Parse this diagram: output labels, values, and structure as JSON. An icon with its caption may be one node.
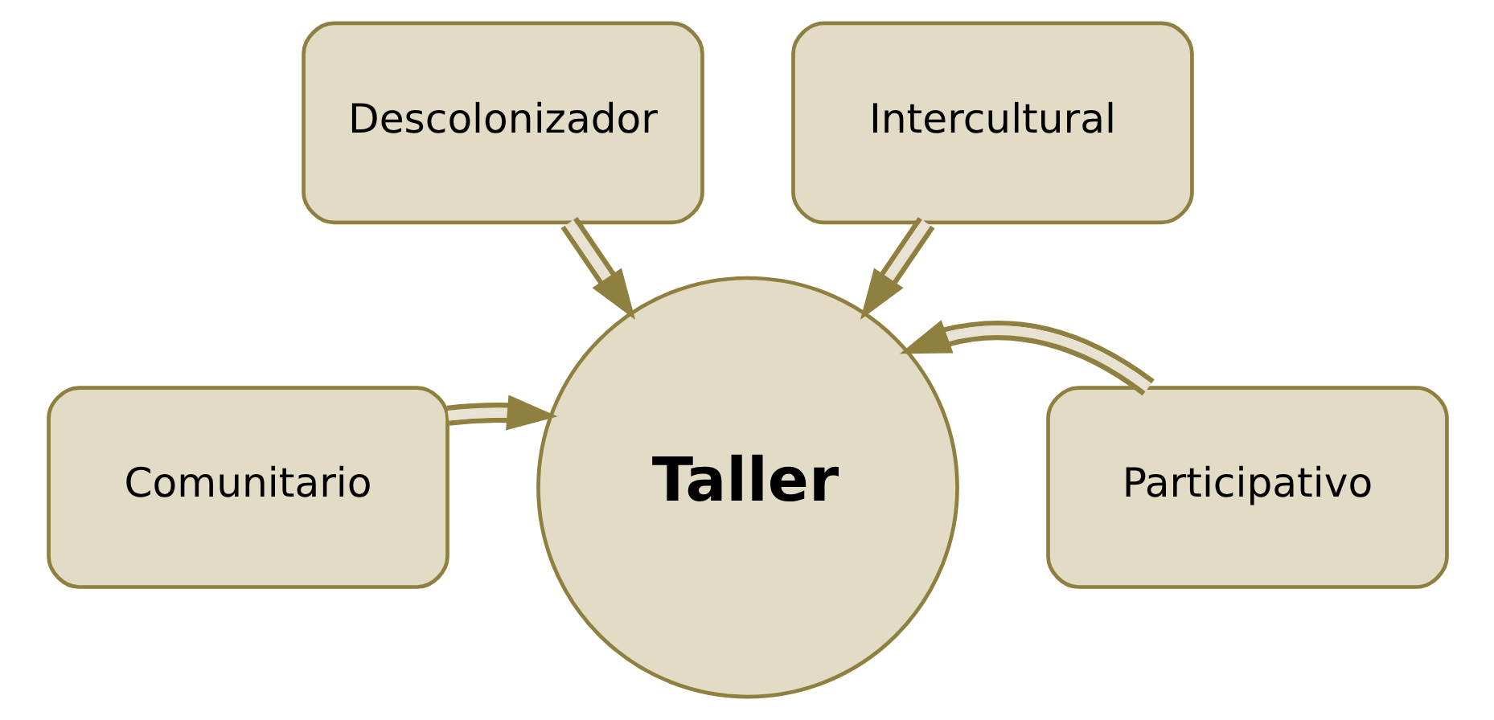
{
  "diagram": {
    "nodes": [
      {
        "text": [
          "Descolonizador"
        ]
      },
      {
        "text": [
          "Intercultural"
        ]
      },
      {
        "text": [
          "Comunitario"
        ]
      },
      {
        "text": [
          "Taller"
        ]
      },
      {
        "text": [
          "Participativo"
        ]
      }
    ],
    "edges": [
      {
        "from": 0,
        "to": 3,
        "arrow": "to"
      },
      {
        "from": 1,
        "to": 3,
        "arrow": "to"
      },
      {
        "from": 2,
        "to": 3,
        "arrow": "to"
      },
      {
        "from": 4,
        "to": 3,
        "arrow": "to"
      }
    ]
  }
}
